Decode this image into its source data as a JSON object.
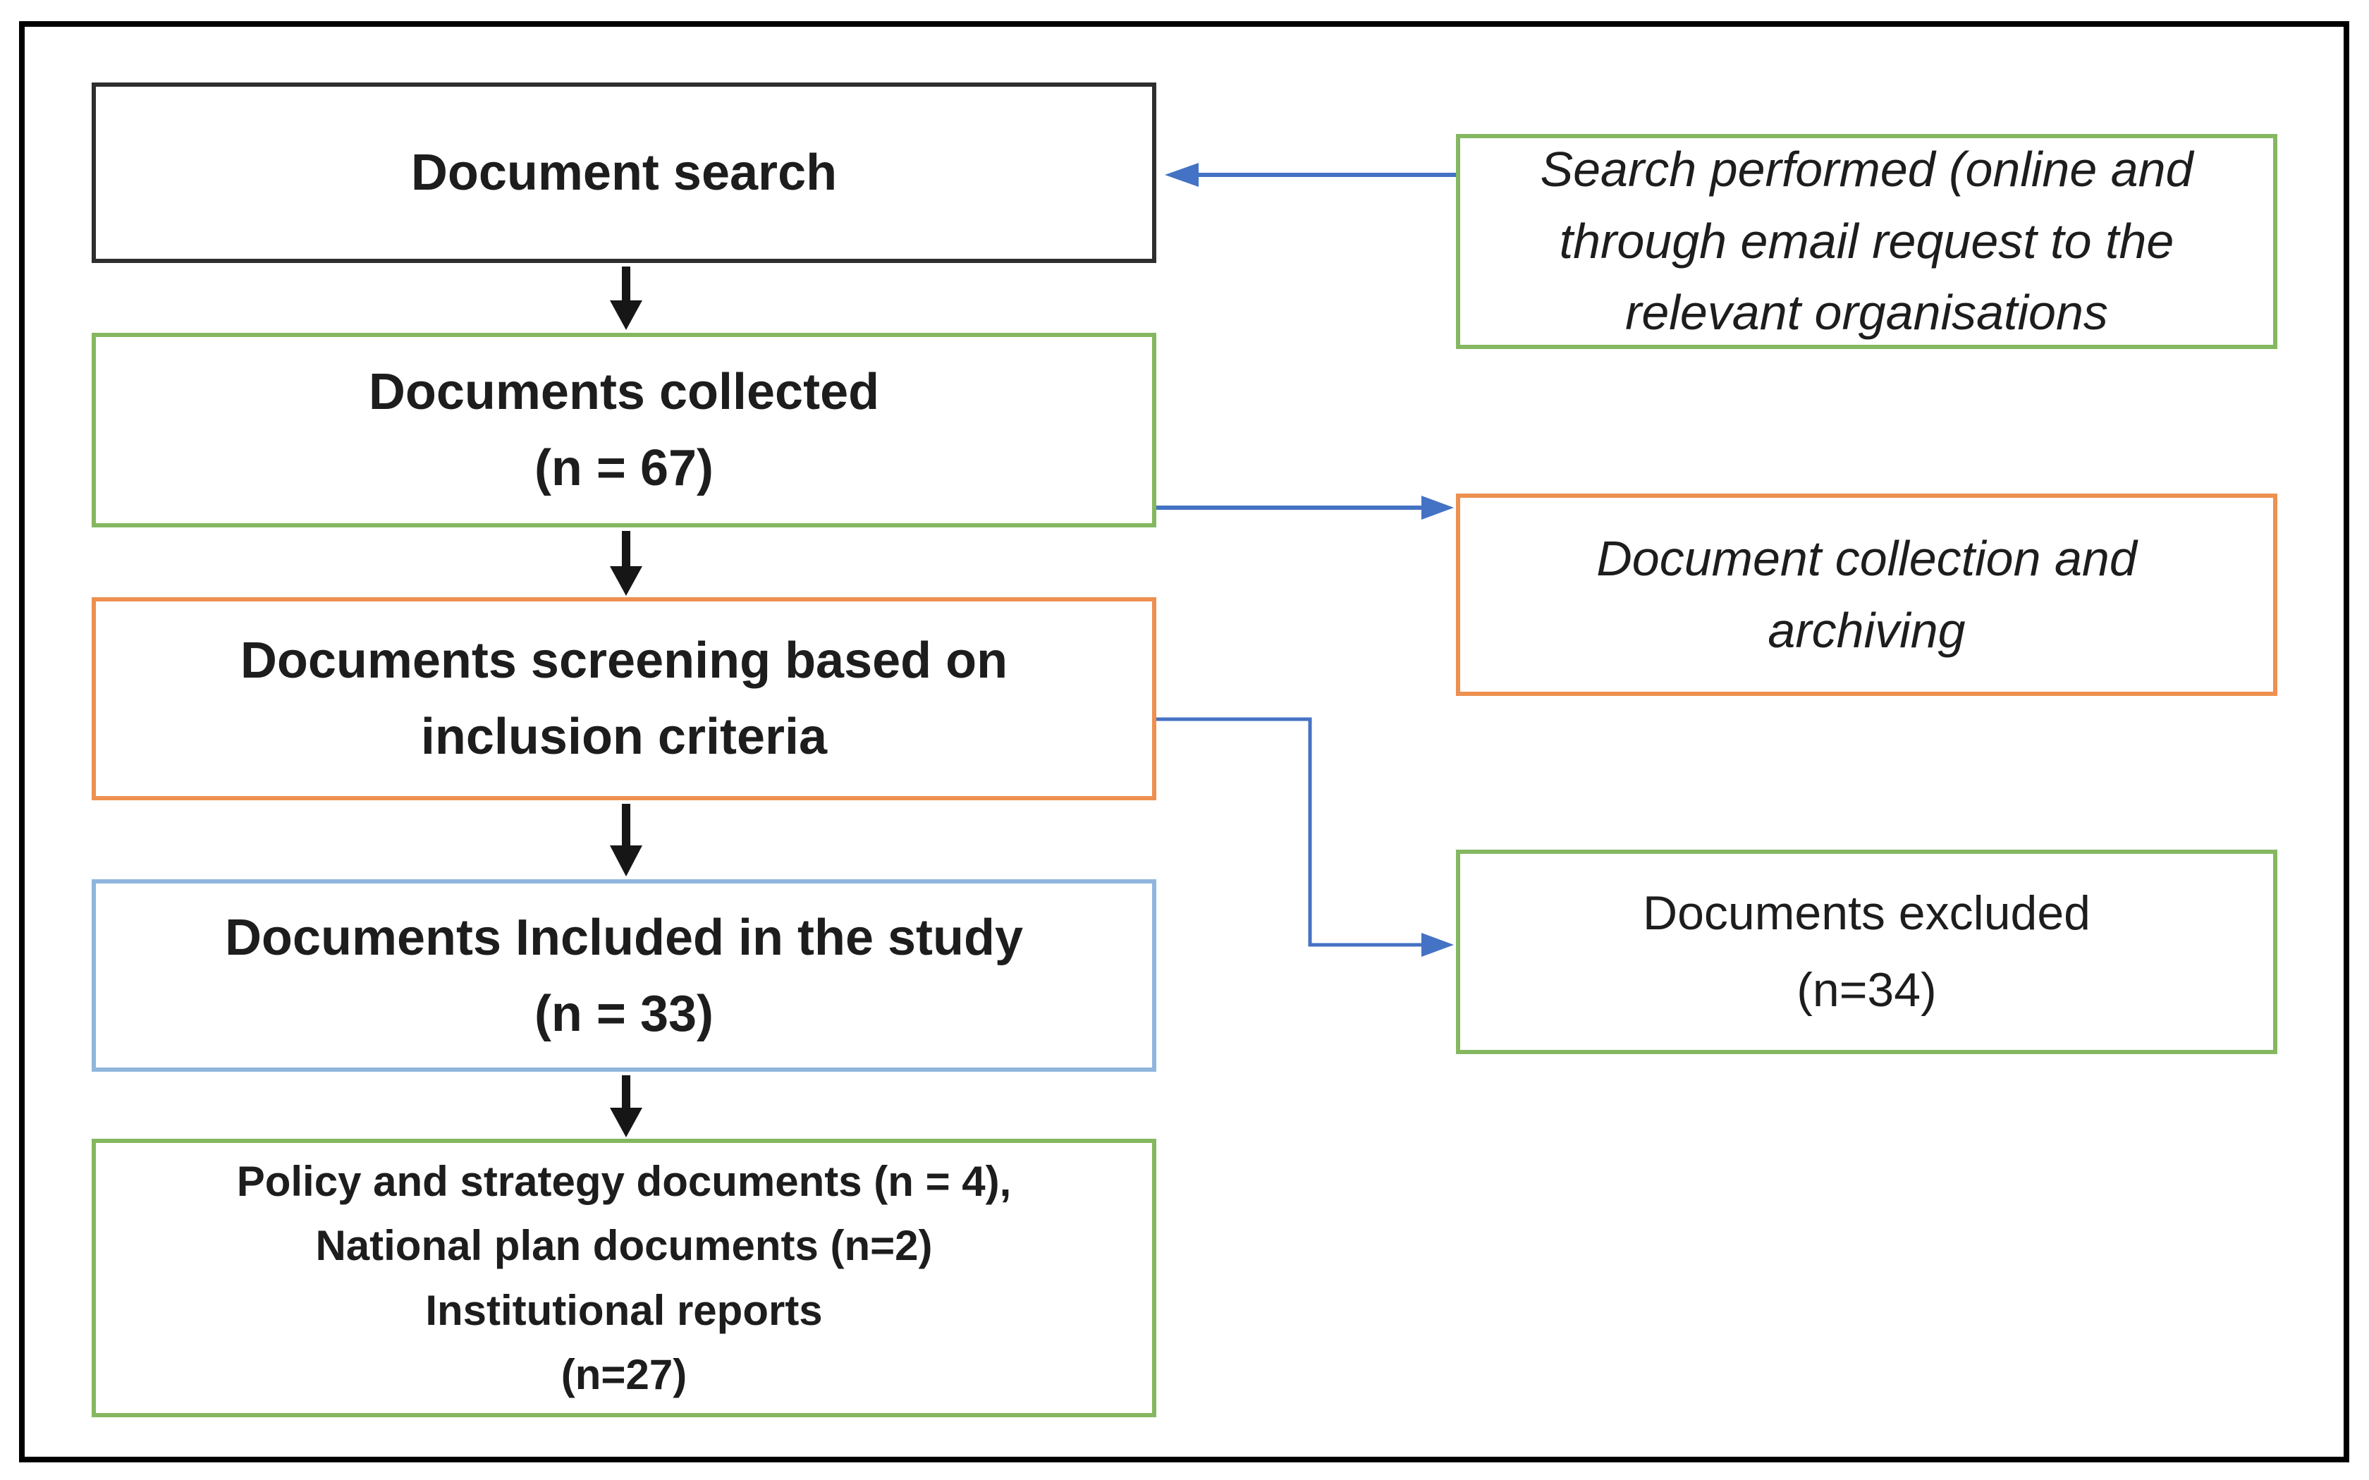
{
  "figure": {
    "type": "flowchart",
    "left_column": {
      "document_search": {
        "text": "Document search"
      },
      "documents_collected": {
        "text": "Documents collected\n(n = 67)"
      },
      "documents_screening": {
        "text": "Documents screening based on\ninclusion criteria"
      },
      "documents_included": {
        "text": "Documents Included in the study\n(n = 33)"
      },
      "documents_types": {
        "text": "Policy and strategy documents (n = 4),\nNational plan documents (n=2)\nInstitutional reports\n(n=27)"
      }
    },
    "right_column": {
      "search_performed": {
        "text": "Search performed (online and\nthrough email request to the\nrelevant organisations"
      },
      "collection_archiving": {
        "text": "Document collection and\narchiving"
      },
      "documents_excluded": {
        "text": "Documents excluded\n(n=34)"
      }
    }
  },
  "colors": {
    "frame": "#000000",
    "dark_box_border": "#2E2E2E",
    "green_border": "#85B761",
    "orange_border": "#ED9050",
    "blue_box_border": "#8FB6DD",
    "connector_blue": "#4472C4",
    "connector_black": "#161616",
    "text": "#1D1D1D"
  }
}
